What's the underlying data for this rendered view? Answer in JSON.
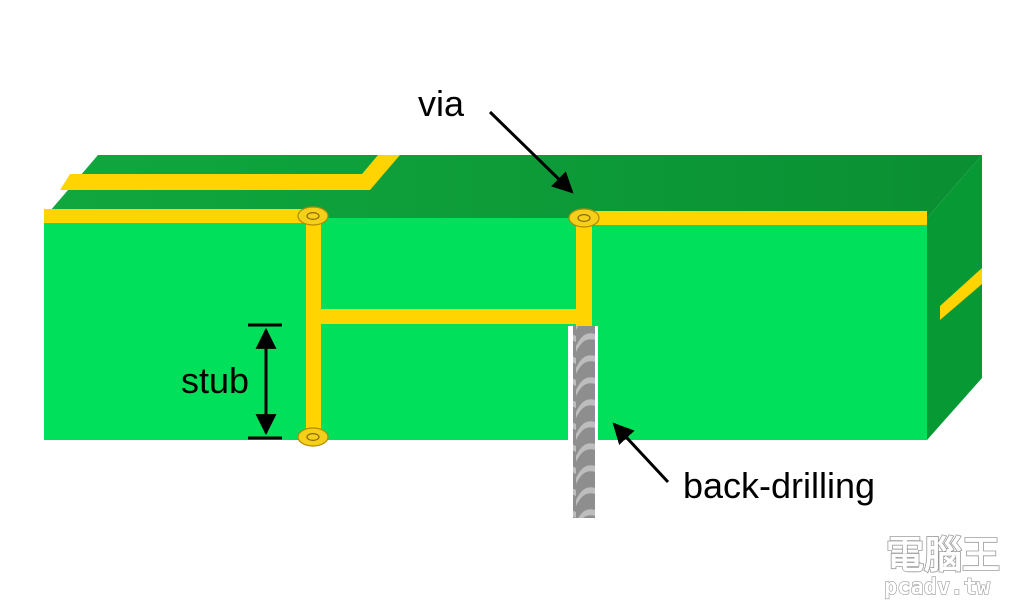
{
  "labels": {
    "via": "via",
    "stub": "stub",
    "back_drilling": "back-drilling"
  },
  "watermark": {
    "cjk": "電腦王",
    "latin": "pcadv.tw"
  },
  "colors": {
    "board_front": "#00e05a",
    "board_top": "#0b9e3a",
    "board_side": "#079a34",
    "trace": "#ffd400",
    "via_pad": "#f6cf1a",
    "drill": "#9b9b9b"
  }
}
